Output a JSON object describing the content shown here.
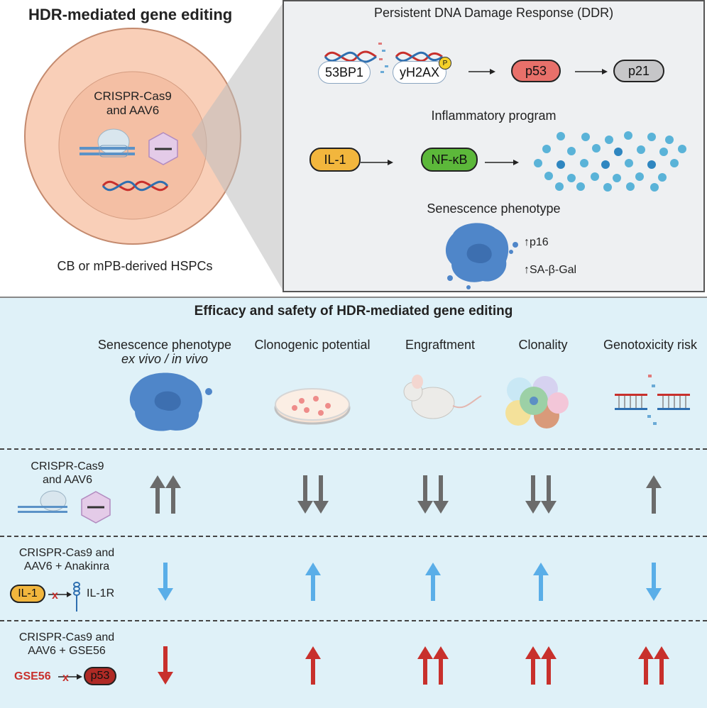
{
  "top": {
    "title": "HDR-mediated gene editing",
    "cell_label_line1": "CRISPR-Cas9",
    "cell_label_line2": "and AAV6",
    "cell_caption": "CB or mPB-derived HSPCs"
  },
  "ddr_panel": {
    "title": "Persistent DNA Damage Response (DDR)",
    "marker_1": "53BP1",
    "marker_2": "yH2AX",
    "phospho": "P",
    "p53": "p53",
    "p21": "p21",
    "inflammatory_title": "Inflammatory program",
    "il1": "IL-1",
    "nfkb": "NF-κB",
    "senescence_title": "Senescence phenotype",
    "p16": "↑p16",
    "sagal": "↑SA-β-Gal"
  },
  "efficacy": {
    "title": "Efficacy and safety of HDR-mediated gene editing",
    "columns": [
      {
        "label": "Senescence phenotype",
        "sublabel": "ex vivo / in vivo"
      },
      {
        "label": "Clonogenic potential",
        "sublabel": ""
      },
      {
        "label": "Engraftment",
        "sublabel": ""
      },
      {
        "label": "Clonality",
        "sublabel": ""
      },
      {
        "label": "Genotoxicity risk",
        "sublabel": ""
      }
    ],
    "rows": [
      {
        "line1": "CRISPR-Cas9",
        "line2": "and AAV6",
        "color": "#6b6b6b",
        "effects": [
          "up2",
          "down2",
          "down2",
          "down2",
          "up1"
        ]
      },
      {
        "line1": "CRISPR-Cas9 and",
        "line2": "AAV6 + Anakinra",
        "inhibitor": "IL-1",
        "target": "IL-1R",
        "color": "#5aaee8",
        "effects": [
          "down1",
          "up1",
          "up1",
          "up1",
          "down1"
        ]
      },
      {
        "line1": "CRISPR-Cas9 and",
        "line2": "AAV6 + GSE56",
        "inhibitor": "GSE56",
        "target": "p53",
        "color": "#c8302c",
        "effects": [
          "down1",
          "up1",
          "up2",
          "up2",
          "up2"
        ]
      }
    ]
  },
  "colors": {
    "il1": "#f2b63d",
    "nfkb": "#5cb83a",
    "p53": "#e8706a",
    "p21": "#c6c6c8",
    "panel_bg": "#eef0f2",
    "bottom_bg": "#dff1f8",
    "cell": "#f9cfb8",
    "blue_cell": "#4f86c9",
    "gse56_text": "#c8302c",
    "p53_dark": "#b02a25"
  }
}
